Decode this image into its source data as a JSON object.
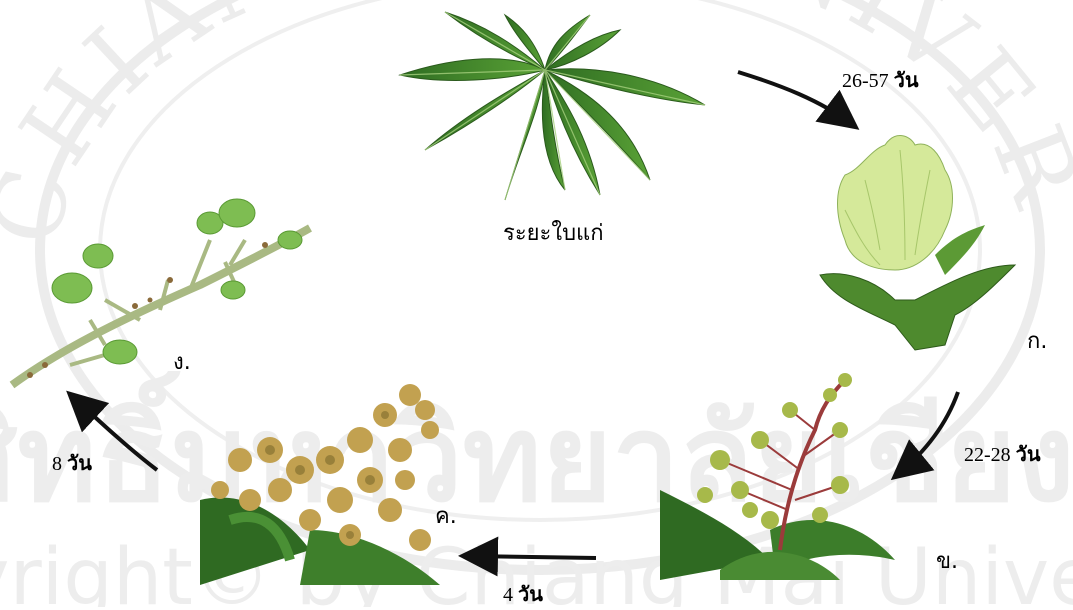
{
  "watermark": {
    "arc_text": "CHIANG MAI UNIVERSITY",
    "thai_text": "ลิขสิทธิ์มหาวิทยาลัยเชียงใหม่",
    "copyright_text": "Copyright© by Chiang Mai University"
  },
  "stages": {
    "mature_leaf": "ระยะใบแก่",
    "ko": "ก.",
    "kho": "ข.",
    "kho_khwai": "ค.",
    "ngo": "ง."
  },
  "durations": {
    "d1": "26-57",
    "d2": "22-28",
    "d3": "4",
    "d4": "8",
    "unit": "วัน"
  },
  "colors": {
    "leaf": "#3d7f2b",
    "leaf_light": "#6fae3f",
    "bud": "#d7ea9a",
    "panicle": "#b8963a",
    "fruit": "#7ebd52",
    "arrow": "#111111",
    "watermark": "#e9e9e9"
  }
}
